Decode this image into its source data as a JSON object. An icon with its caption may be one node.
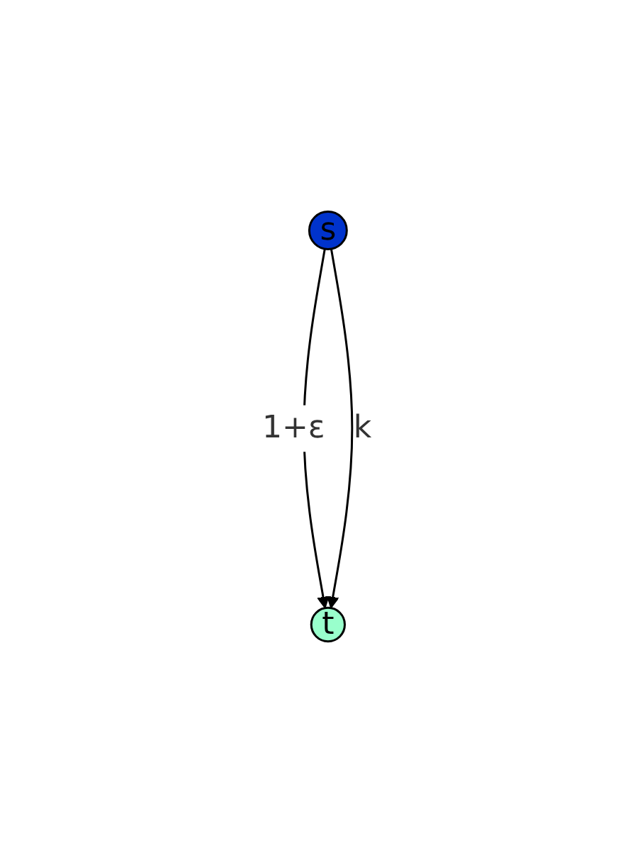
{
  "diagram": {
    "nodes": [
      {
        "text": [
          "s"
        ]
      },
      {
        "text": [
          "t"
        ]
      }
    ],
    "edges": [
      {
        "from": 0,
        "to": 1,
        "arrow": "to",
        "label": "1+ε"
      },
      {
        "from": 0,
        "to": 1,
        "arrow": "to",
        "label": "k"
      }
    ]
  }
}
